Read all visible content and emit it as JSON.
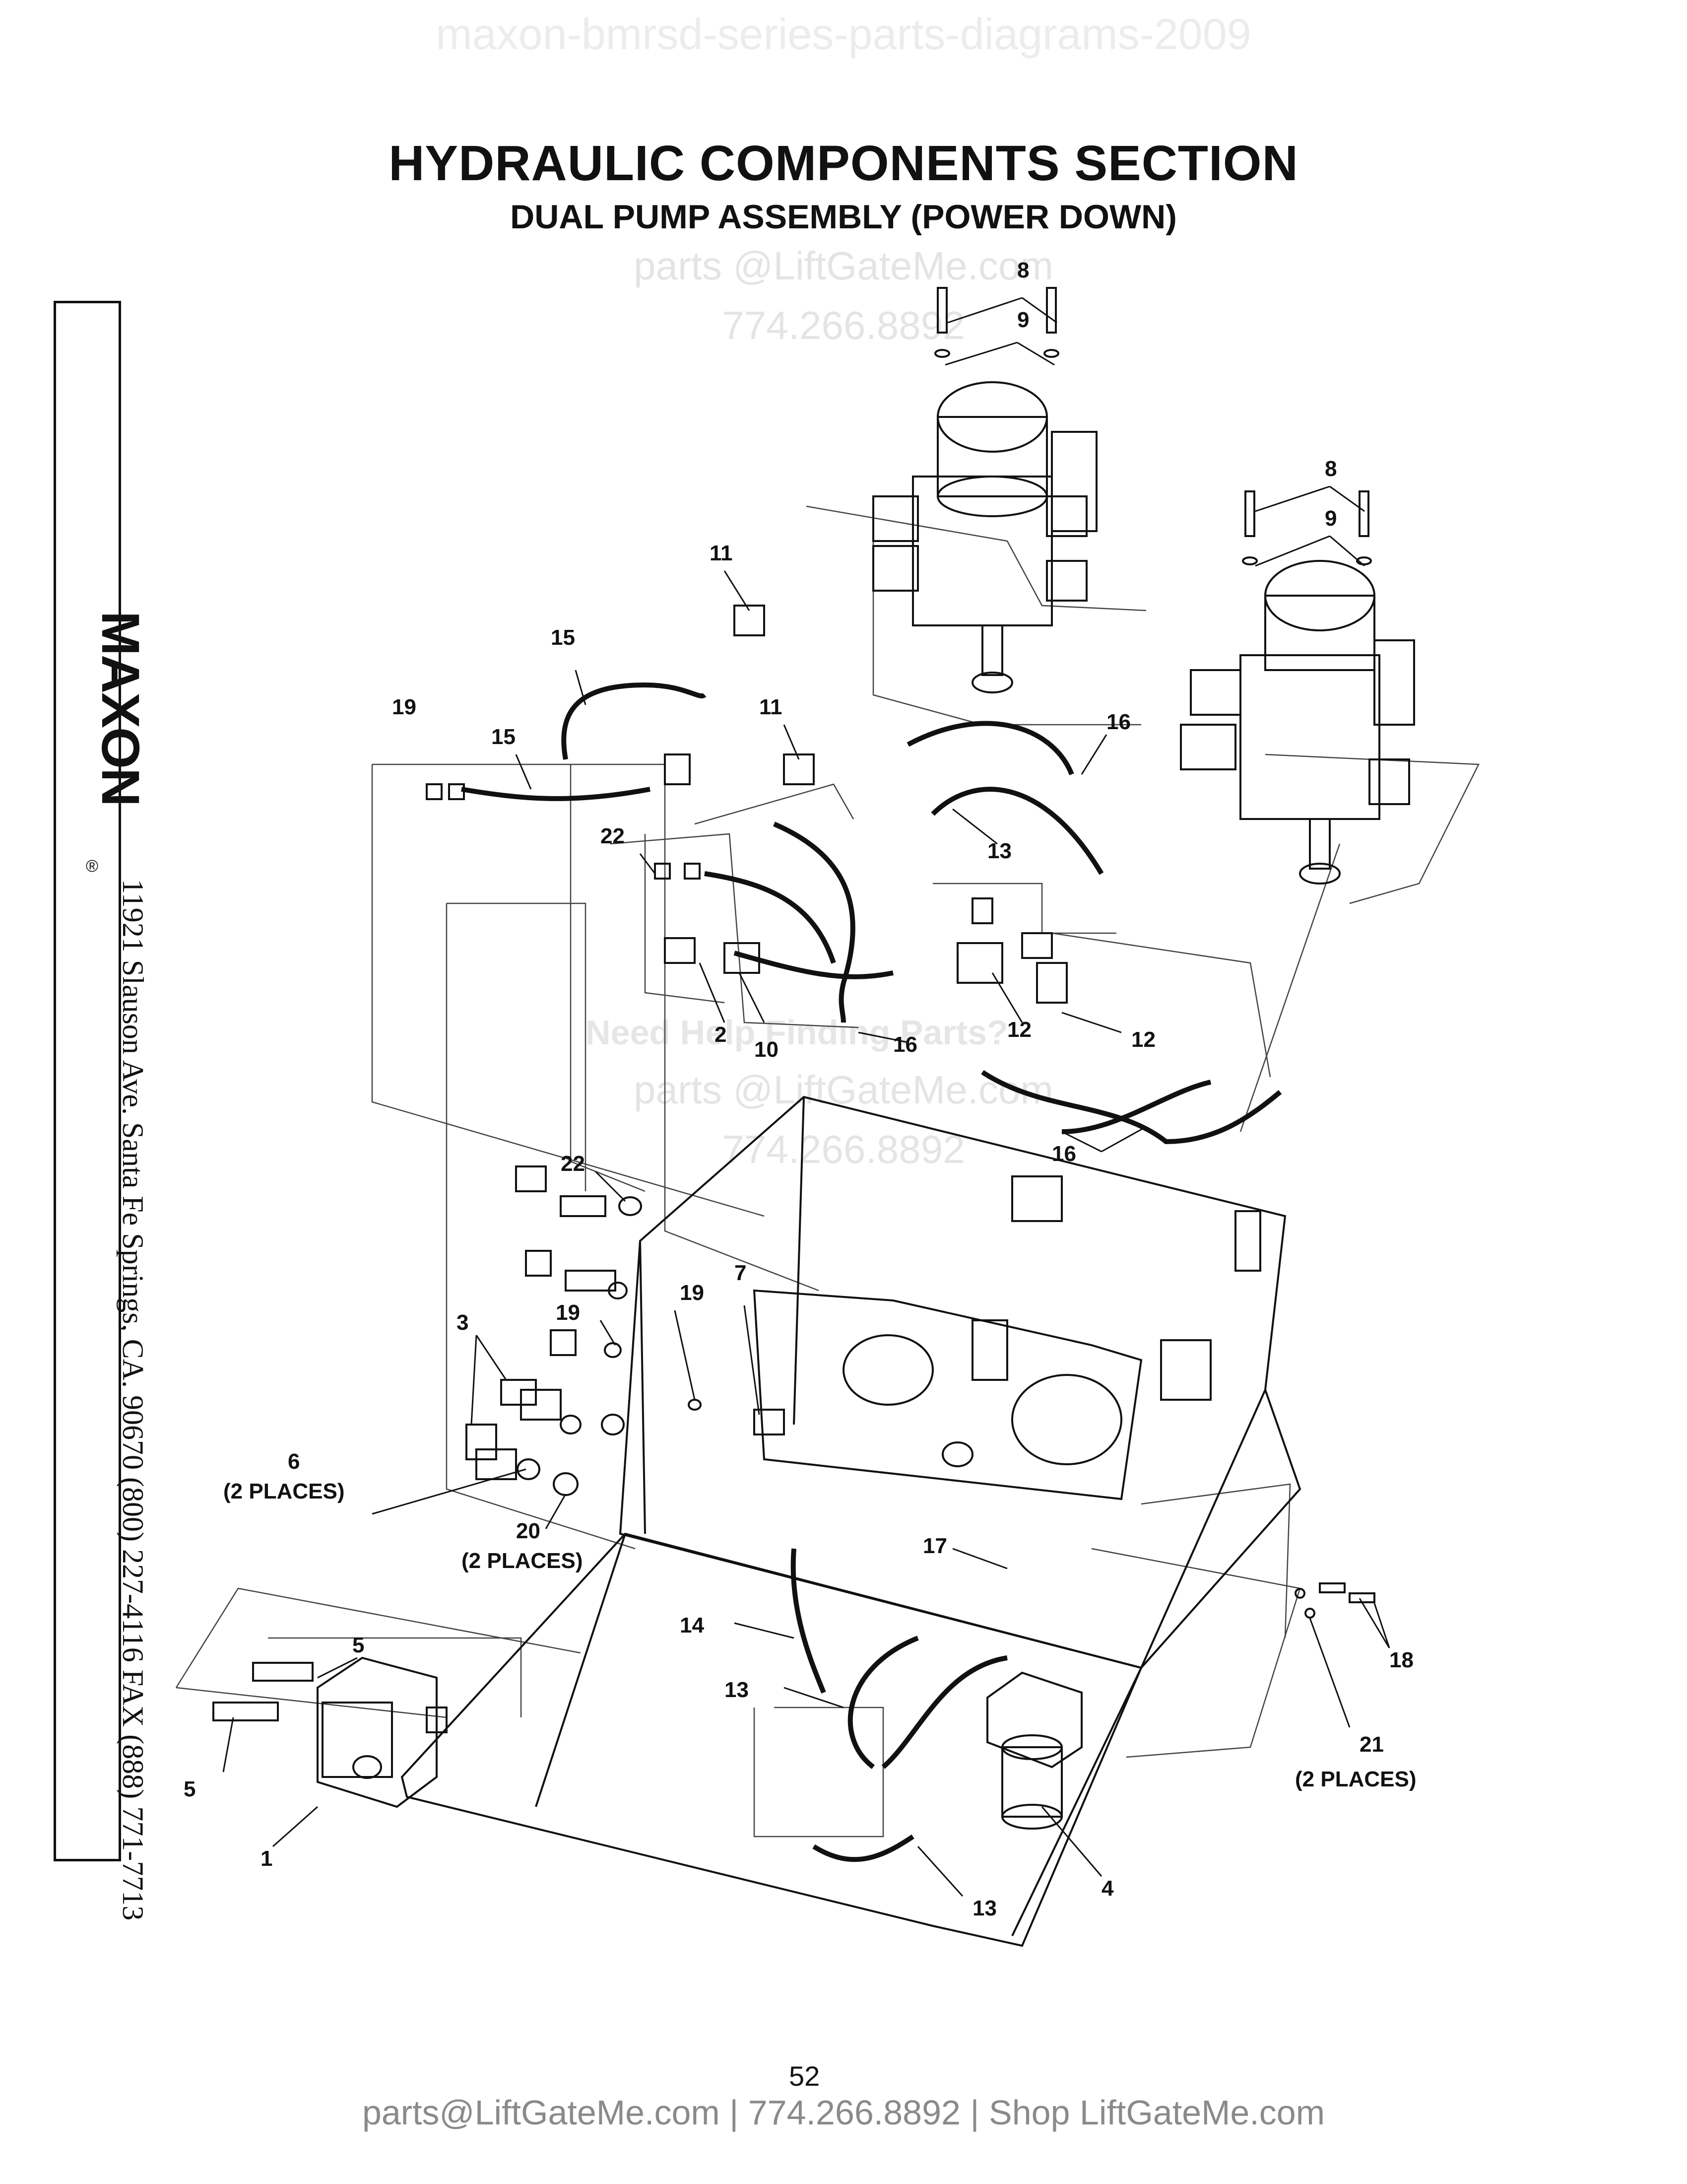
{
  "header": {
    "watermark": "maxon-bmrsd-series-parts-diagrams-2009",
    "title": "HYDRAULIC COMPONENTS SECTION",
    "subtitle": "DUAL PUMP ASSEMBLY (POWER DOWN)"
  },
  "watermarks": {
    "top_email": "parts @LiftGateMe.com",
    "top_phone": "774.266.8892",
    "mid_help": "Need Help Finding Parts?",
    "mid_email": "parts @LiftGateMe.com",
    "mid_phone": "774.266.8892"
  },
  "sidebar": {
    "logo": "MAXON",
    "registered": "®",
    "address": "11921 Slauson Ave.  Santa Fe Springs, CA.  90670  (800) 227-4116  FAX (888) 771-7713"
  },
  "callouts": [
    {
      "label": "8"
    },
    {
      "label": "9"
    },
    {
      "label": "8"
    },
    {
      "label": "9"
    },
    {
      "label": "11"
    },
    {
      "label": "15"
    },
    {
      "label": "19"
    },
    {
      "label": "15"
    },
    {
      "label": "11"
    },
    {
      "label": "16"
    },
    {
      "label": "13"
    },
    {
      "label": "22"
    },
    {
      "label": "12"
    },
    {
      "label": "12"
    },
    {
      "label": "2"
    },
    {
      "label": "10"
    },
    {
      "label": "16"
    },
    {
      "label": "16"
    },
    {
      "label": "22"
    },
    {
      "label": "19"
    },
    {
      "label": "19"
    },
    {
      "label": "7"
    },
    {
      "label": "3"
    },
    {
      "label": "6"
    },
    {
      "label": "(2 PLACES)"
    },
    {
      "label": "20"
    },
    {
      "label": "(2 PLACES)"
    },
    {
      "label": "17"
    },
    {
      "label": "14"
    },
    {
      "label": "13"
    },
    {
      "label": "5"
    },
    {
      "label": "5"
    },
    {
      "label": "1"
    },
    {
      "label": "18"
    },
    {
      "label": "21"
    },
    {
      "label": "(2 PLACES)"
    },
    {
      "label": "4"
    },
    {
      "label": "13"
    }
  ],
  "page_number": "52",
  "footer": "parts@LiftGateMe.com | 774.266.8892 | Shop LiftGateMe.com"
}
